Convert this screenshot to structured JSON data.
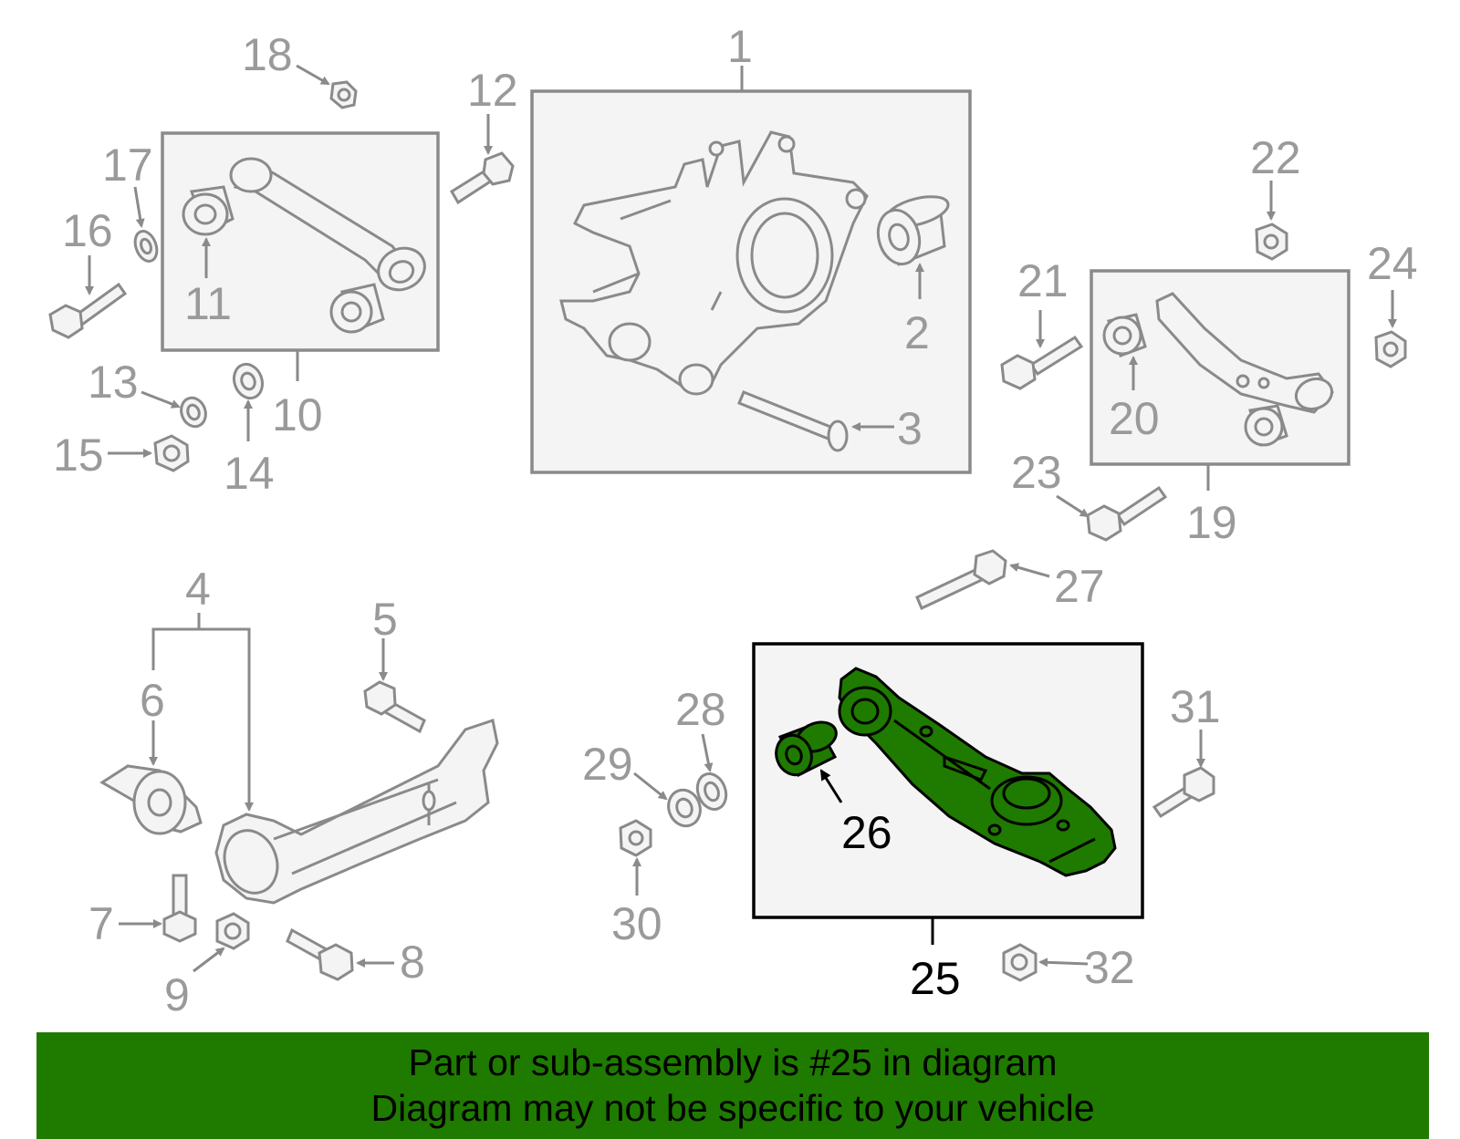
{
  "banner": {
    "line1": "Part or sub-assembly is #25 in diagram",
    "line2": "Diagram may not be specific to your vehicle"
  },
  "colors": {
    "highlight": "#1f7a00",
    "outline": "#8a8a8a",
    "active_outline": "#000000"
  },
  "highlighted_part": "25",
  "callouts": {
    "c1": "1",
    "c2": "2",
    "c3": "3",
    "c4": "4",
    "c5": "5",
    "c6": "6",
    "c7": "7",
    "c8": "8",
    "c9": "9",
    "c10": "10",
    "c11": "11",
    "c12": "12",
    "c13": "13",
    "c14": "14",
    "c15": "15",
    "c16": "16",
    "c17": "17",
    "c18": "18",
    "c19": "19",
    "c20": "20",
    "c21": "21",
    "c22": "22",
    "c23": "23",
    "c24": "24",
    "c25": "25",
    "c26": "26",
    "c27": "27",
    "c28": "28",
    "c29": "29",
    "c30": "30",
    "c31": "31",
    "c32": "32"
  }
}
